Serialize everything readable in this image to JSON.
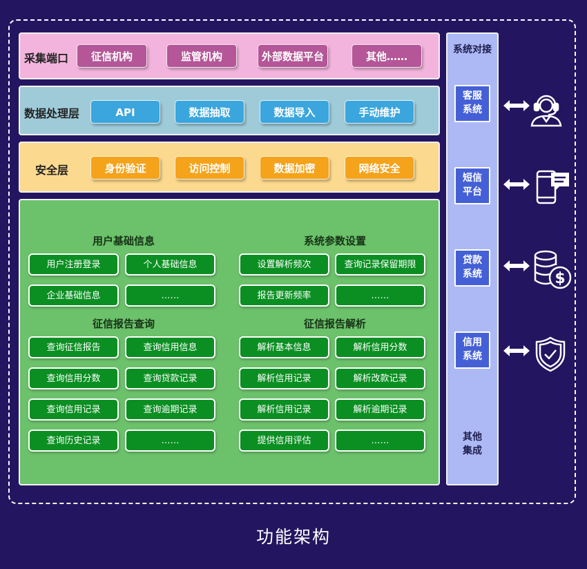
{
  "footer_title": "功能架构",
  "colors": {
    "background": "#241560",
    "collect_bg": "#f2b4dc",
    "collect_btn": "#b45697",
    "process_bg": "#9fcbd9",
    "process_btn": "#3aa6dd",
    "security_bg": "#fbd98e",
    "security_btn": "#f4a31b",
    "function_bg": "#6cc16b",
    "function_btn": "#0b8f22",
    "side_bg": "#adb9f5",
    "side_btn": "#4560d6"
  },
  "collect": {
    "title": "采集端口",
    "items": [
      "征信机构",
      "监管机构",
      "外部数据平台",
      "其他……"
    ]
  },
  "process": {
    "title": "数据处理层",
    "items": [
      "API",
      "数据抽取",
      "数据导入",
      "手动维护"
    ]
  },
  "security": {
    "title": "安全层",
    "items": [
      "身份验证",
      "访问控制",
      "数据加密",
      "网络安全"
    ]
  },
  "functions": {
    "user_info": {
      "title": "用户基础信息",
      "items": [
        "用户注册登录",
        "个人基础信息",
        "企业基础信息",
        "……"
      ]
    },
    "sys_params": {
      "title": "系统参数设置",
      "items": [
        "设置解析频次",
        "查询记录保留期限",
        "报告更新频率",
        "……"
      ]
    },
    "report_query": {
      "title": "征信报告查询",
      "items": [
        "查询征信报告",
        "查询信用信息",
        "查询信用分数",
        "查询贷款记录",
        "查询信用记录",
        "查询逾期记录",
        "查询历史记录",
        "……"
      ]
    },
    "report_parse": {
      "title": "征信报告解析",
      "items": [
        "解析基本信息",
        "解析信用分数",
        "解析信用记录",
        "解析改款记录",
        "解析信用记录",
        "解析逾期记录",
        "提供信用评估",
        "……"
      ]
    }
  },
  "side": {
    "title": "系统对接",
    "systems": [
      {
        "line1": "客服",
        "line2": "系统",
        "icon": "customer-service-icon"
      },
      {
        "line1": "短信",
        "line2": "平台",
        "icon": "sms-phone-icon"
      },
      {
        "line1": "贷款",
        "line2": "系统",
        "icon": "coins-dollar-icon"
      },
      {
        "line1": "信用",
        "line2": "系统",
        "icon": "shield-check-icon"
      }
    ],
    "other_line1": "其他",
    "other_line2": "集成"
  }
}
